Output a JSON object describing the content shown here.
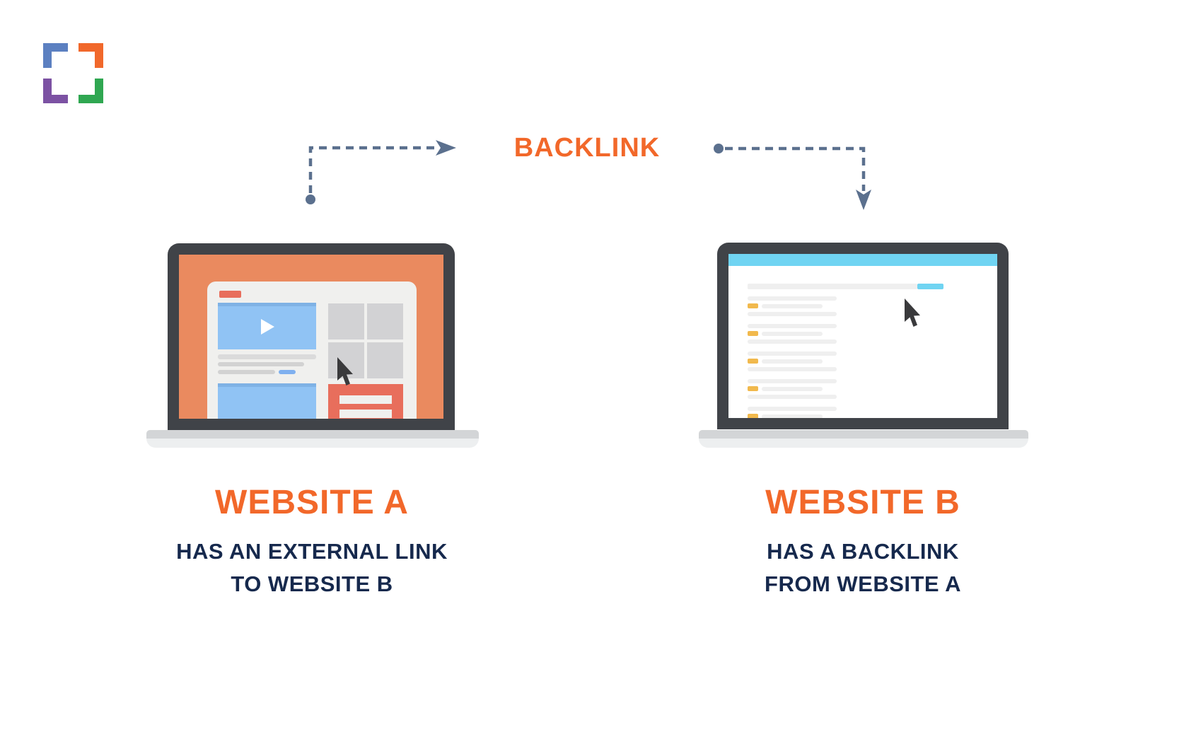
{
  "diagram": {
    "backlink_label": "BACKLINK",
    "website_a": {
      "title": "WEBSITE A",
      "description_line1": "HAS AN EXTERNAL LINK",
      "description_line2": "TO WEBSITE B"
    },
    "website_b": {
      "title": "WEBSITE B",
      "description_line1": "HAS A BACKLINK",
      "description_line2": "FROM WEBSITE A"
    }
  },
  "icons": {
    "logo": "four-corner-brackets-logo",
    "cursor_a": "arrow-pointer-icon",
    "cursor_b": "arrow-pointer-icon",
    "play": "play-triangle-icon",
    "arrow_left": "dashed-elbow-arrow-right",
    "arrow_right": "dashed-elbow-arrow-down"
  },
  "colors": {
    "accent_orange": "#F2682A",
    "navy_text": "#16294D",
    "arrow_slate": "#5B708E",
    "laptop_frame": "#404348",
    "screen_orange": "#EA8A5F",
    "salmon": "#E86E5C",
    "video_blue": "#90C3F4",
    "link_blue": "#7FB0EF",
    "header_cyan": "#70D4F2",
    "bullet_yellow": "#F1B94D",
    "logo_blue": "#5C80C1",
    "logo_orange": "#F1682B",
    "logo_purple": "#7C52A3",
    "logo_green": "#2FA751"
  }
}
